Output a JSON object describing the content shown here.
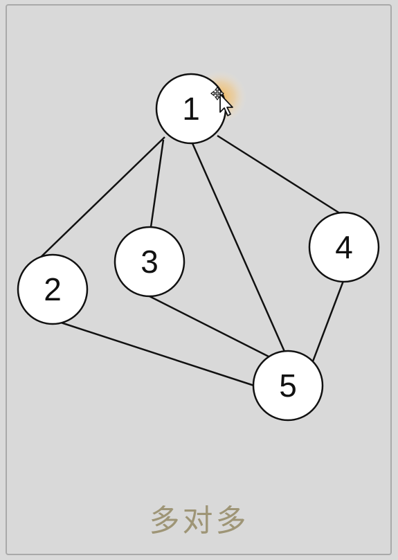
{
  "caption": "多对多",
  "colors": {
    "background": "#d9d9d9",
    "node_fill": "#ffffff",
    "stroke": "#111111",
    "caption": "#9e9576",
    "cursor_glow": "#f5b041"
  },
  "nodes": [
    {
      "id": "n1",
      "label": "1"
    },
    {
      "id": "n2",
      "label": "2"
    },
    {
      "id": "n3",
      "label": "3"
    },
    {
      "id": "n4",
      "label": "4"
    },
    {
      "id": "n5",
      "label": "5"
    }
  ],
  "edges": [
    {
      "from": "n1",
      "to": "n2"
    },
    {
      "from": "n1",
      "to": "n3"
    },
    {
      "from": "n1",
      "to": "n5"
    },
    {
      "from": "n1",
      "to": "n4"
    },
    {
      "from": "n2",
      "to": "n5"
    },
    {
      "from": "n3",
      "to": "n5"
    },
    {
      "from": "n4",
      "to": "n5"
    }
  ],
  "cursor_icon": "move-cursor-icon"
}
